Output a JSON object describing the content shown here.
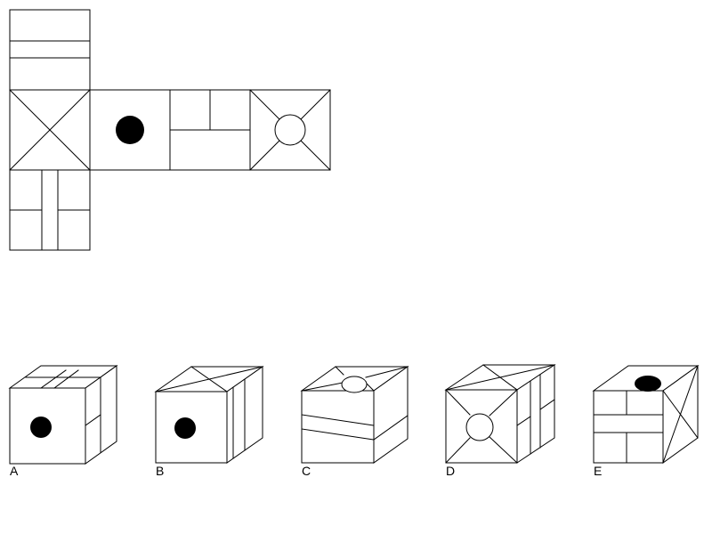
{
  "net": {
    "faces": [
      {
        "id": "top-stripes",
        "pattern": "horizontal-stripes"
      },
      {
        "id": "left-x",
        "pattern": "x-cross"
      },
      {
        "id": "center-dot",
        "pattern": "filled-circle"
      },
      {
        "id": "center-t",
        "pattern": "t-split"
      },
      {
        "id": "right-circle",
        "pattern": "x-cross-with-circle"
      },
      {
        "id": "bottom-grid",
        "pattern": "vertical-and-horizontal-split"
      }
    ],
    "colors": {
      "line": "#000000",
      "fill": "#ffffff",
      "dot": "#000000"
    }
  },
  "options": [
    {
      "label": "A"
    },
    {
      "label": "B"
    },
    {
      "label": "C"
    },
    {
      "label": "D"
    },
    {
      "label": "E"
    }
  ]
}
